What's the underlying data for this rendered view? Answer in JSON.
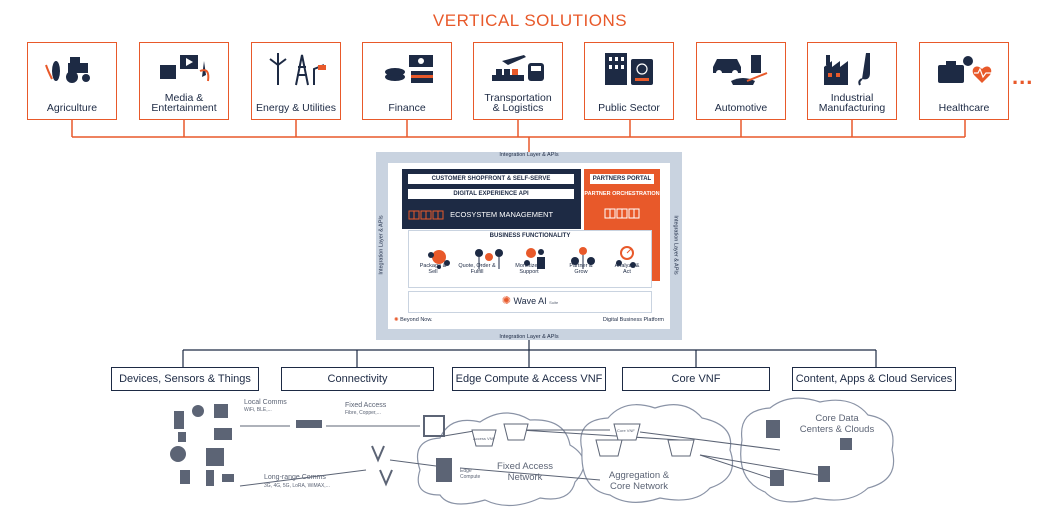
{
  "title": "VERTICAL SOLUTIONS",
  "verticals": [
    {
      "label": "Agriculture",
      "icon": "tractor-icon"
    },
    {
      "label": "Media & Entertainment",
      "icon": "media-icon"
    },
    {
      "label": "Energy & Utilities",
      "icon": "energy-icon"
    },
    {
      "label": "Finance",
      "icon": "money-icon"
    },
    {
      "label": "Transportation & Logistics",
      "icon": "transport-icon"
    },
    {
      "label": "Public Sector",
      "icon": "building-passport-icon"
    },
    {
      "label": "Automotive",
      "icon": "car-icon"
    },
    {
      "label": "Industrial Manufacturing",
      "icon": "factory-icon"
    },
    {
      "label": "Healthcare",
      "icon": "healthcare-icon"
    }
  ],
  "ellipsis": "...",
  "platform": {
    "integration_top": "Integration Layer & APIs",
    "integration_bottom": "Integration Layer & APIs",
    "integration_left": "Integration Layer & APIs",
    "integration_right": "Integration Layer & APIs",
    "customer_shopfront": "CUSTOMER SHOPFRONT & SELF-SERVE",
    "digital_experience_api": "DIGITAL EXPERIENCE API",
    "ecosystem_management": "ECOSYSTEM MANAGEMENT",
    "partners_portal": "PARTNERS PORTAL",
    "partner_orchestration": "PARTNER ORCHESTRATION",
    "business_functionality": "BUSINESS FUNCTIONALITY",
    "functions": [
      {
        "line1": "Package &",
        "line2": "Sell"
      },
      {
        "line1": "Quote, Order &",
        "line2": "Fulfill"
      },
      {
        "line1": "Monetize &",
        "line2": "Support"
      },
      {
        "line1": "Partner &",
        "line2": "Grow"
      },
      {
        "line1": "Analyze &",
        "line2": "Act"
      }
    ],
    "wave_ai": "Wave AI",
    "wave_ai_sub": "Suite",
    "beyond_now": "Beyond Now.",
    "digital_business_platform": "Digital Business Platform"
  },
  "infrastructure": [
    "Devices, Sensors & Things",
    "Connectivity",
    "Edge Compute & Access VNF",
    "Core VNF",
    "Content, Apps & Cloud Services"
  ],
  "network": {
    "local_comms": "Local Comms",
    "local_comms_sub": "WiFi, BLE,...",
    "fixed_access": "Fixed Access",
    "fixed_access_sub": "Fibre, Copper,...",
    "long_range": "Long-range Comms",
    "long_range_sub": "3G, 4G, 5G, LoRA, WiMAX,...",
    "fixed_access_network_1": "Fixed Access",
    "fixed_access_network_2": "Network",
    "edge_compute_1": "Edge",
    "edge_compute_2": "Compute",
    "access_vnf": "Access VNF",
    "core_vnf": "Core VNF",
    "aggregation_1": "Aggregation &",
    "aggregation_2": "Core Network",
    "core_data_1": "Core Data",
    "core_data_2": "Centers & Clouds"
  },
  "colors": {
    "accent": "#e8592a",
    "navy": "#1d2a44",
    "frame": "#c9d3e0",
    "grey": "#5c6475"
  }
}
